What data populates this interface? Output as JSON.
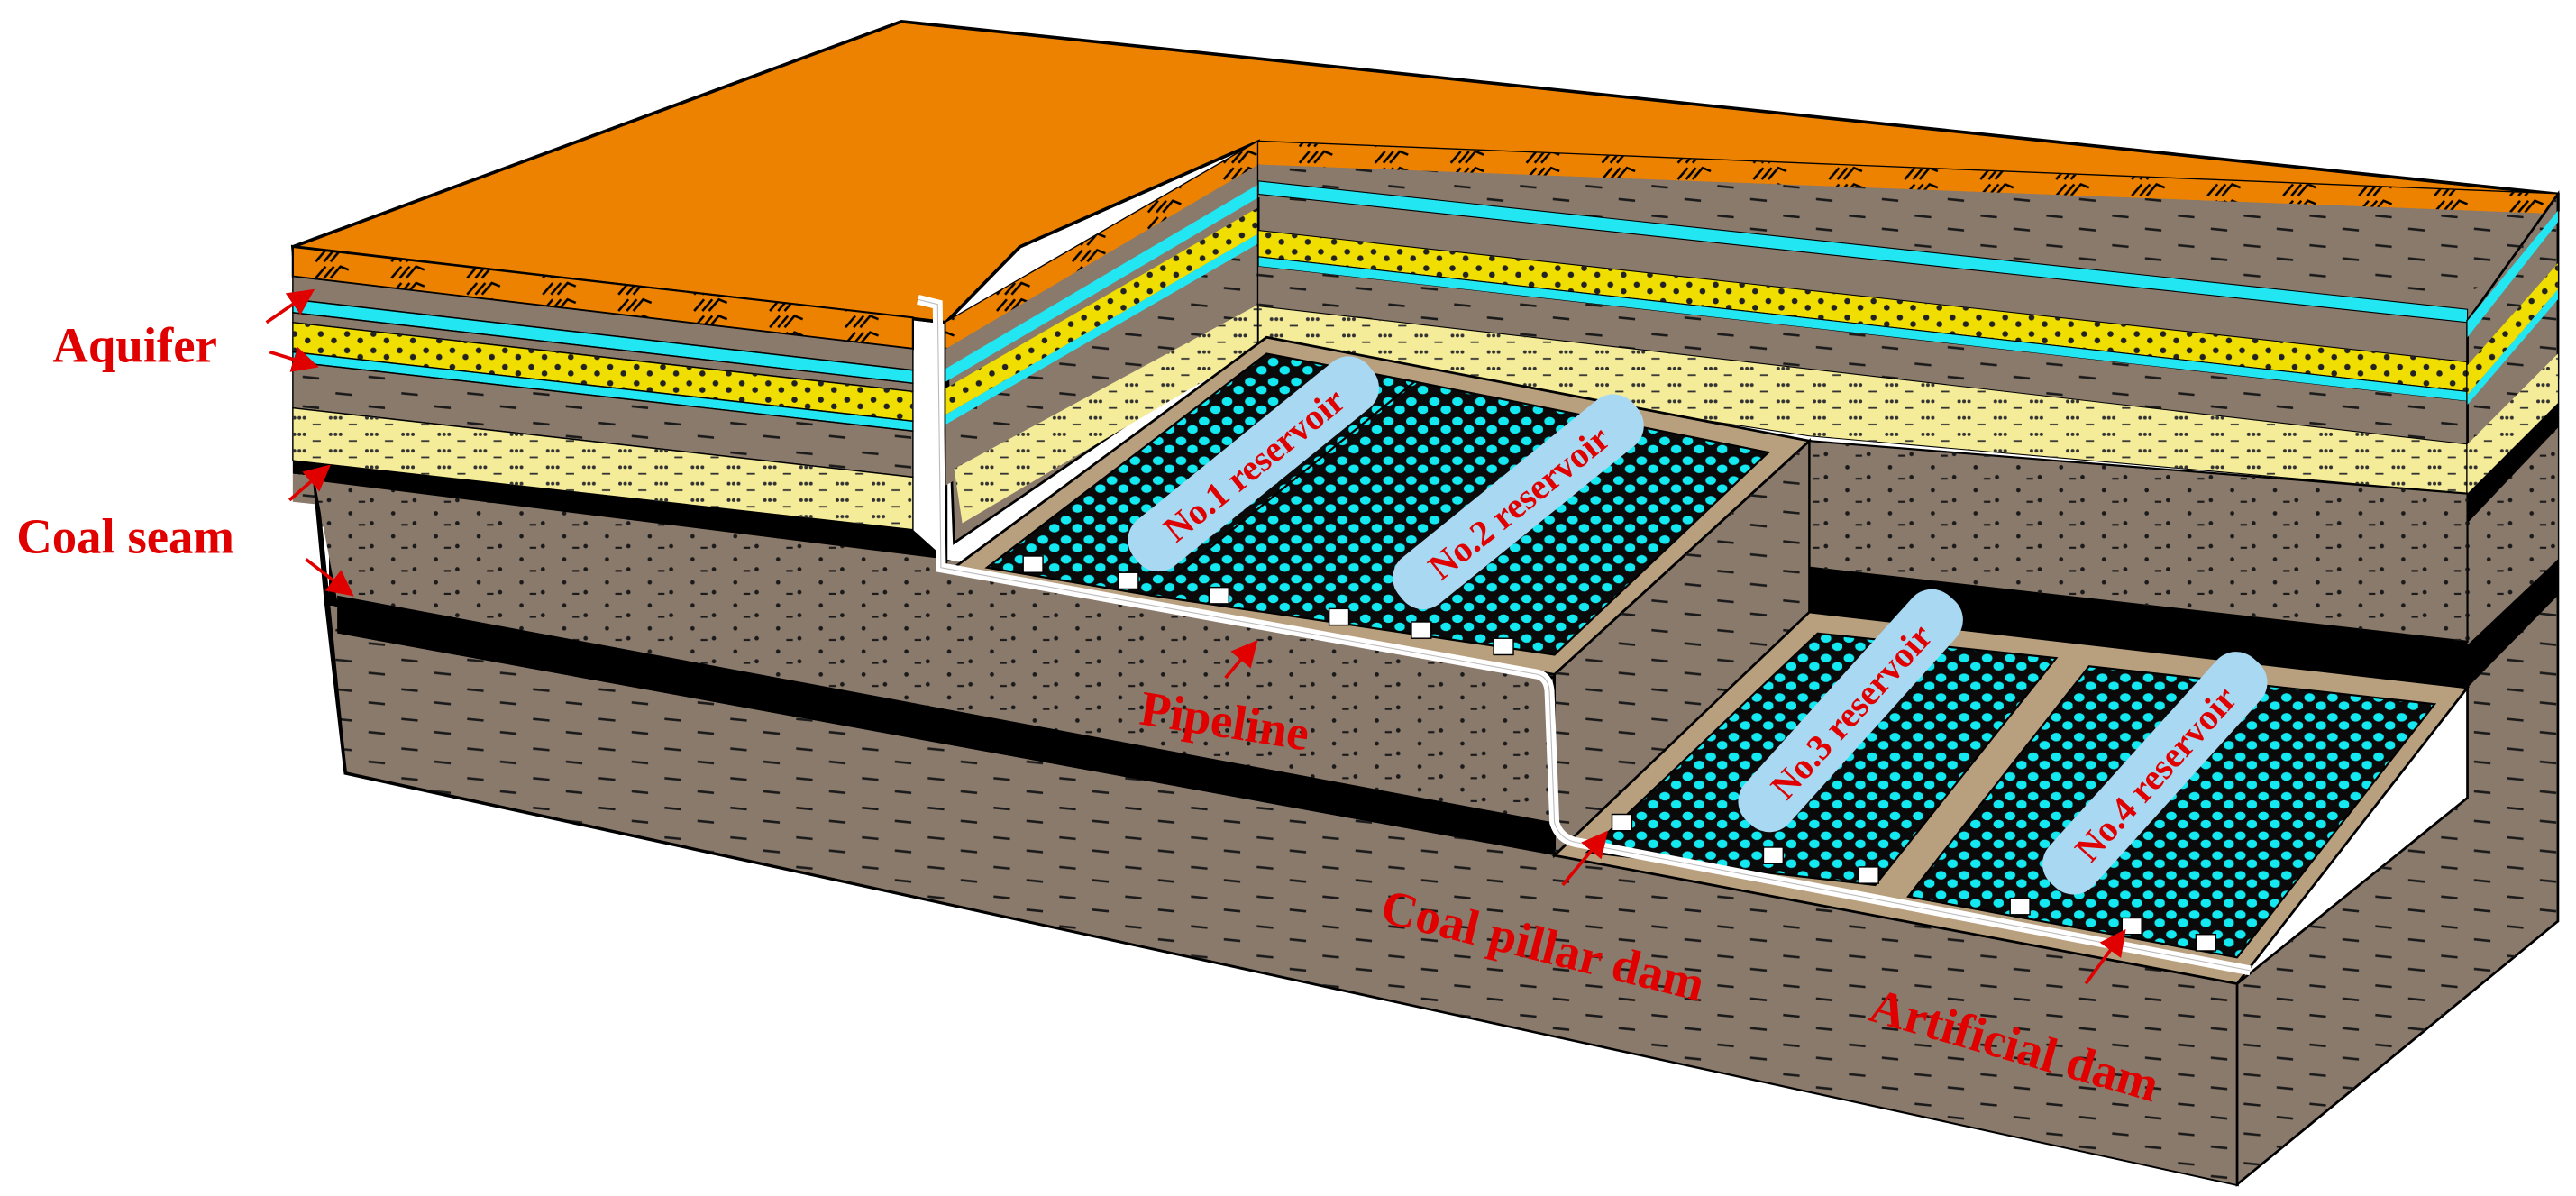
{
  "labels": {
    "aquifer": "Aquifer",
    "coal_seam": "Coal seam",
    "pipeline": "Pipeline",
    "coal_pillar_dam": "Coal pillar dam",
    "artificial_dam": "Artificial dam"
  },
  "reservoirs": [
    {
      "label": "No.1 reservoir"
    },
    {
      "label": "No.2 reservoir"
    },
    {
      "label": "No.3 reservoir"
    },
    {
      "label": "No.4 reservoir"
    }
  ],
  "colors": {
    "surface": "#ED8200",
    "rock": "#8A7A6C",
    "rock_dark": "#7A6A5C",
    "aquifer_blue": "#22E6F2",
    "sand_yellow": "#F0DE00",
    "sand_pale": "#F5EC9A",
    "coal": "#000000",
    "water_cyan": "#14E8F0",
    "pillar_tan": "#B8A07E",
    "label_red": "#E00000",
    "reservoir_tag": "#A9D8F2"
  }
}
